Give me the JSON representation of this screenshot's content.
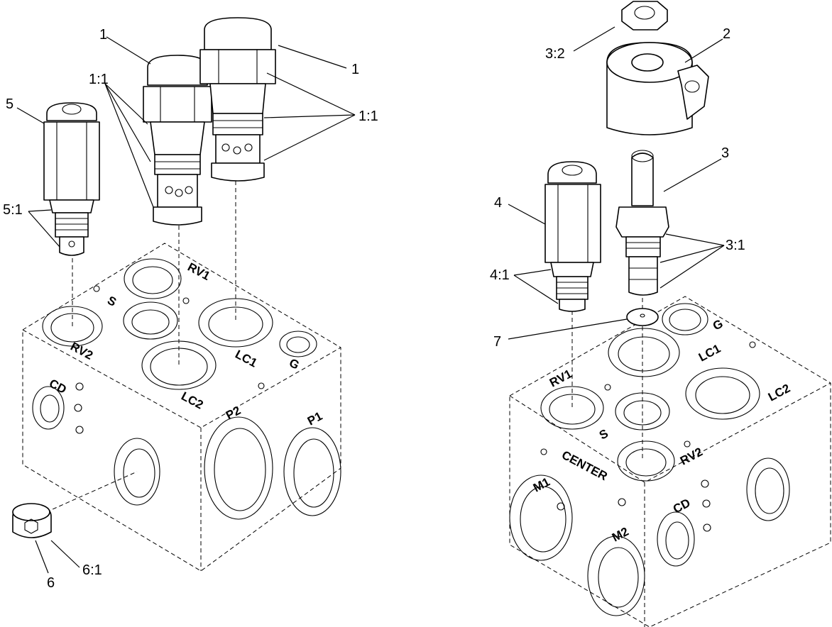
{
  "left_assembly": {
    "callouts": [
      "1",
      "1",
      "1:1",
      "1:1",
      "5",
      "5:1",
      "6",
      "6:1"
    ],
    "ports": [
      "RV1",
      "S",
      "RV2",
      "LC1",
      "G",
      "LC2",
      "CD",
      "P2",
      "P1"
    ]
  },
  "right_assembly": {
    "callouts": [
      "3:2",
      "2",
      "3",
      "4",
      "3:1",
      "4:1",
      "7"
    ],
    "ports": [
      "G",
      "LC1",
      "RV1",
      "LC2",
      "S",
      "RV2",
      "CENTER",
      "CD",
      "M1",
      "M2"
    ]
  },
  "colors": {
    "line": "#000000",
    "background": "#ffffff"
  }
}
